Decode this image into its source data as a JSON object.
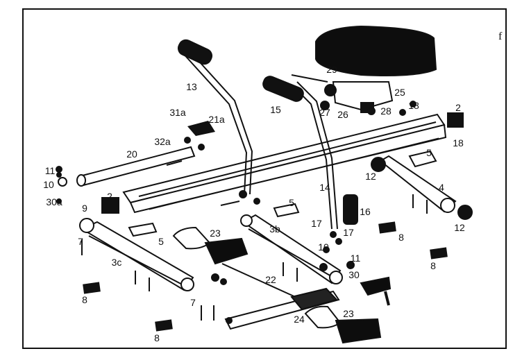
{
  "diagram": {
    "corner_mark": "f",
    "callouts": [
      {
        "id": "c29",
        "text": "29"
      },
      {
        "id": "c25",
        "text": "25"
      },
      {
        "id": "c27",
        "text": "27"
      },
      {
        "id": "c26",
        "text": "26"
      },
      {
        "id": "c28",
        "text": "28"
      },
      {
        "id": "c18a",
        "text": "18"
      },
      {
        "id": "c2a",
        "text": "2"
      },
      {
        "id": "c18b",
        "text": "18"
      },
      {
        "id": "c13",
        "text": "13"
      },
      {
        "id": "c15",
        "text": "15"
      },
      {
        "id": "c31a",
        "text": "31a"
      },
      {
        "id": "c21a",
        "text": "21a"
      },
      {
        "id": "c32a",
        "text": "32a"
      },
      {
        "id": "c20",
        "text": "20"
      },
      {
        "id": "c5a",
        "text": "5"
      },
      {
        "id": "c12a",
        "text": "12"
      },
      {
        "id": "c4",
        "text": "4"
      },
      {
        "id": "c12b",
        "text": "12"
      },
      {
        "id": "c11a",
        "text": "11"
      },
      {
        "id": "c10a",
        "text": "10"
      },
      {
        "id": "c30a",
        "text": "30a"
      },
      {
        "id": "c2b",
        "text": "2"
      },
      {
        "id": "c14",
        "text": "14"
      },
      {
        "id": "c16",
        "text": "16"
      },
      {
        "id": "c5b",
        "text": "5"
      },
      {
        "id": "c9",
        "text": "9"
      },
      {
        "id": "c7a",
        "text": "7"
      },
      {
        "id": "c5c",
        "text": "5"
      },
      {
        "id": "c23a",
        "text": "23"
      },
      {
        "id": "c3b",
        "text": "3b"
      },
      {
        "id": "c17a",
        "text": "17"
      },
      {
        "id": "c17b",
        "text": "17"
      },
      {
        "id": "c8a",
        "text": "8"
      },
      {
        "id": "c8b",
        "text": "8"
      },
      {
        "id": "c3c",
        "text": "3c"
      },
      {
        "id": "c10b",
        "text": "10"
      },
      {
        "id": "c11b",
        "text": "11"
      },
      {
        "id": "c30b",
        "text": "30"
      },
      {
        "id": "c22",
        "text": "22"
      },
      {
        "id": "c8c",
        "text": "8"
      },
      {
        "id": "c7b",
        "text": "7"
      },
      {
        "id": "c24",
        "text": "24"
      },
      {
        "id": "c23b",
        "text": "23"
      },
      {
        "id": "c8d",
        "text": "8"
      }
    ]
  }
}
